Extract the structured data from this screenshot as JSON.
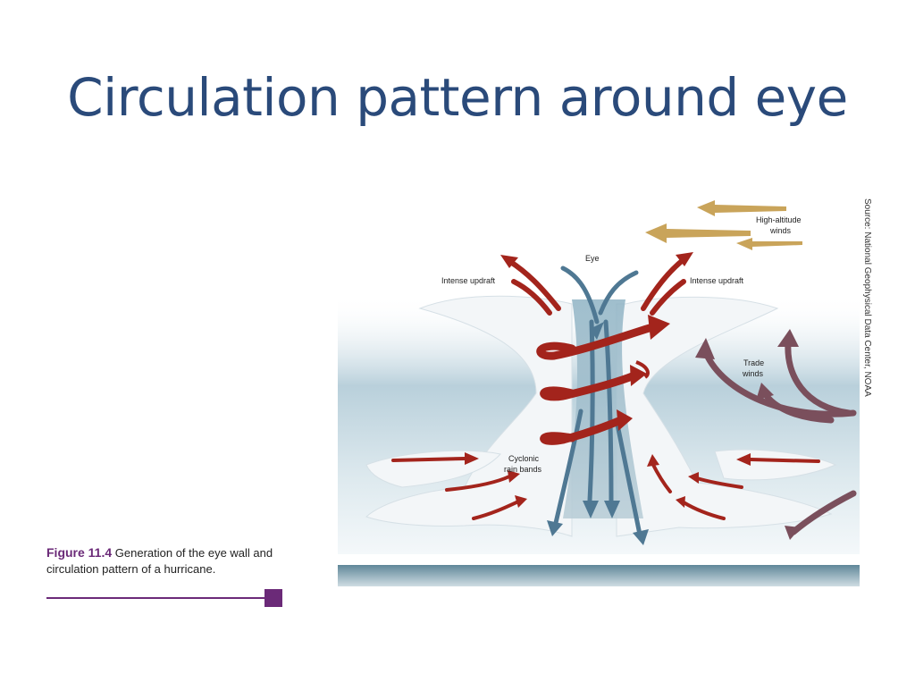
{
  "slide": {
    "title": "Circulation pattern around eye"
  },
  "figure": {
    "labels": {
      "eye": "Eye",
      "intense_updraft_left": "Intense updraft",
      "intense_updraft_right": "Intense updraft",
      "high_altitude_1": "High-altitude",
      "high_altitude_2": "winds",
      "trade_1": "Trade",
      "trade_2": "winds",
      "cyclonic_1": "Cyclonic",
      "cyclonic_2": "rain bands"
    },
    "source": "Source: National Geophysical Data Center, NOAA",
    "colors": {
      "red_arrow": "#a3241c",
      "blue_arrow": "#4f7893",
      "gold_arrow": "#c9a45a",
      "mauve_arrow": "#7a4f5c",
      "sky_band": "#b9d0db",
      "ground": "#5f8799"
    }
  },
  "caption": {
    "label": "Figure 11.4",
    "text": " Generation of the eye wall and circulation pattern of a hurricane."
  }
}
